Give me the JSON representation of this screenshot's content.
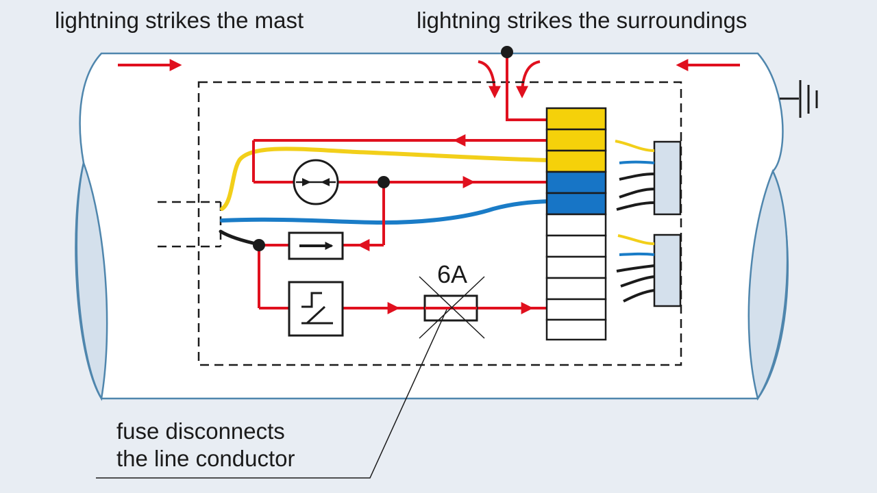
{
  "captions": {
    "mast_strike": "lightning strikes the mast",
    "surroundings_strike": "lightning strikes the surroundings",
    "fuse_note": [
      "fuse disconnects",
      "the line conductor"
    ]
  },
  "fuse": {
    "rating": "6A"
  },
  "colors": {
    "background": "#e8edf3",
    "mast_body": "#ffffff",
    "mast_outline": "#4f86ad",
    "mast_shading": "#d4e0ec",
    "current_path": "#e0101e",
    "line_conductor": "#f2cf1a",
    "neutral_conductor": "#1a7cc7",
    "terminal_yellow": "#f5d10a",
    "terminal_blue": "#1775c6",
    "component": "#1b1b1b"
  },
  "icons": [
    "ground-icon",
    "spark-gap-icon",
    "diode-icon",
    "breaker-icon",
    "fuse-icon"
  ]
}
